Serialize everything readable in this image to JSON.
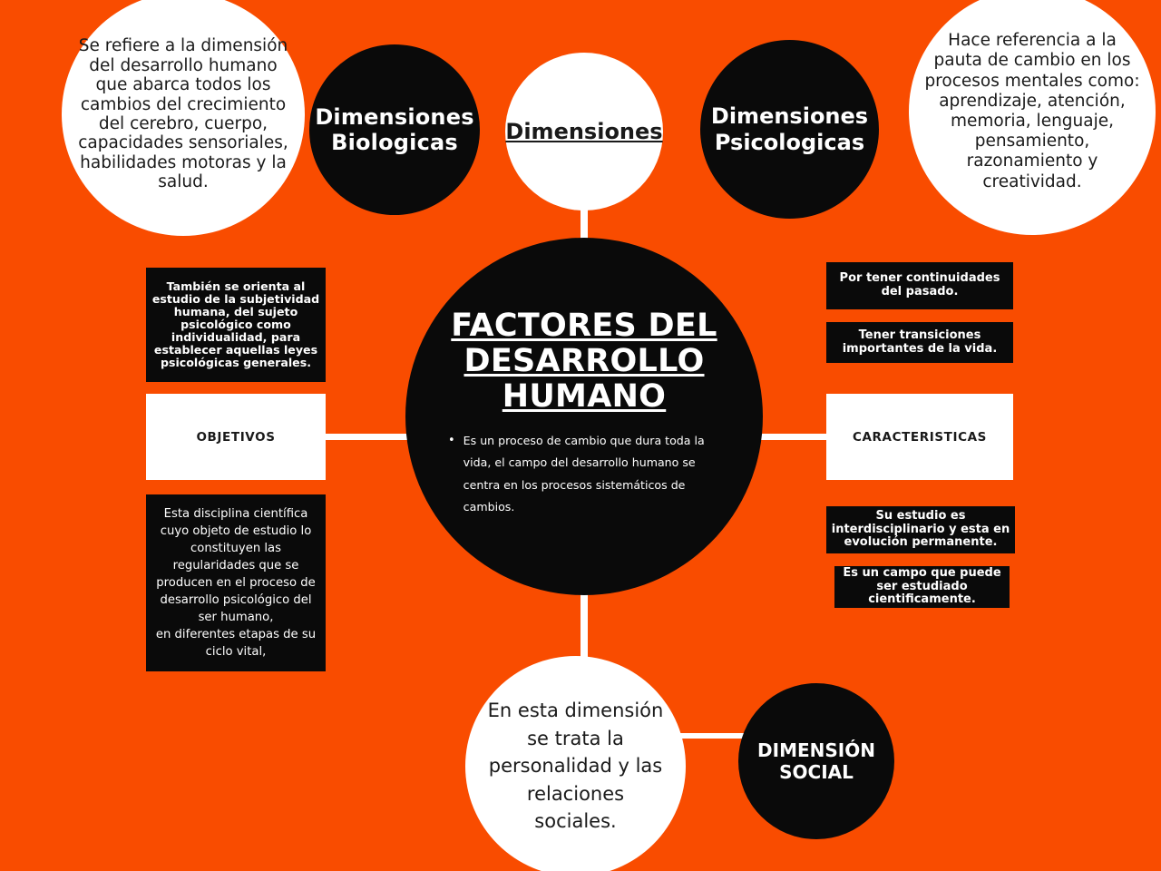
{
  "diagram": {
    "title": "FACTORES DEL DESARROLLO HUMANO",
    "background_color": "#f94c00",
    "node_fill_black": "#0a0a0a",
    "node_fill_white": "#ffffff",
    "connector_color": "#ffffff"
  },
  "center": {
    "title": "FACTORES DEL DESARROLLO HUMANO",
    "bullet_marker": "•",
    "bullet": "Es un proceso de cambio que dura toda la vida, el campo del desarrollo humano se centra en los procesos sistemáticos de cambios."
  },
  "top": {
    "hub_label": "Dimensiones",
    "biologicas_label": "Dimensiones Biologicas",
    "biologicas_desc": "Se refiere a la dimensión del desarrollo humano que abarca todos los cambios del crecimiento del cerebro, cuerpo, capacidades sensoriales, habilidades motoras y la salud.",
    "psicologicas_label": "Dimensiones Psicologicas",
    "psicologicas_desc": "Hace referencia a la pauta de cambio en los procesos mentales como:  aprendizaje, atención, memoria, lenguaje, pensamiento, razonamiento y creatividad."
  },
  "left": {
    "objetivos_label": "OBJETIVOS",
    "desc_above": "También se orienta al estudio de la subjetividad humana, del sujeto psicológico como individualidad, para establecer aquellas leyes psicológicas generales.",
    "desc_below": "Esta disciplina científica cuyo objeto de estudio lo constituyen las regularidades que se producen en el proceso de desarrollo psicológico del ser humano,\nen diferentes etapas de su ciclo vital,"
  },
  "right": {
    "caracteristicas_label": "CARACTERISTICAS",
    "desc_1": "Por tener continuidades del pasado.",
    "desc_2": "Tener transiciones importantes de la vida.",
    "desc_3": "Su estudio es interdisciplinario y esta en evolución permanente.",
    "desc_4": "Es un campo que puede ser estudiado cientificamente."
  },
  "bottom": {
    "social_label": "DIMENSIÓN SOCIAL",
    "social_desc": "En esta dimensión se trata la personalidad y las relaciones sociales."
  }
}
